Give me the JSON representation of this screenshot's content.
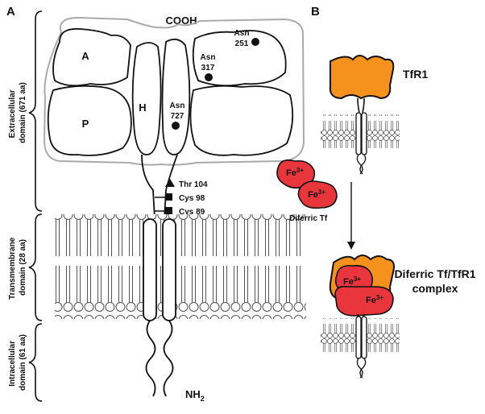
{
  "panel_a": {
    "letter": "A",
    "cooh": "COOH",
    "nh2": "NH",
    "nh2_sub": "2",
    "subdomains": {
      "apical": "A",
      "helical": "H",
      "protease_like": "P"
    },
    "domains": [
      {
        "line1": "Extracellular",
        "line2": "domain (671 aa)"
      },
      {
        "line1": "Transmembrane",
        "line2": "domain (28 aa)"
      },
      {
        "line1": "Intracellular",
        "line2": "domain (61 aa)"
      }
    ],
    "glycosylation_sites": [
      {
        "name": "Asn",
        "num": "251"
      },
      {
        "name": "Asn",
        "num": "317"
      },
      {
        "name": "Asn",
        "num": "727"
      }
    ],
    "residues": [
      {
        "label": "Thr 104",
        "marker": "triangle"
      },
      {
        "label": "Cys 98",
        "marker": "square"
      },
      {
        "label": "Cys 89",
        "marker": "square"
      }
    ]
  },
  "panel_b": {
    "letter": "B",
    "receptor_label": "TfR1",
    "ligand_label": "Diferric Tf",
    "iron": "Fe",
    "iron_charge": "3+",
    "complex_line1": "Diferric Tf/TfR1",
    "complex_line2": "complex",
    "colors": {
      "receptor": "#f5921e",
      "transferrin": "#e8363c",
      "outline": "#111111"
    }
  }
}
